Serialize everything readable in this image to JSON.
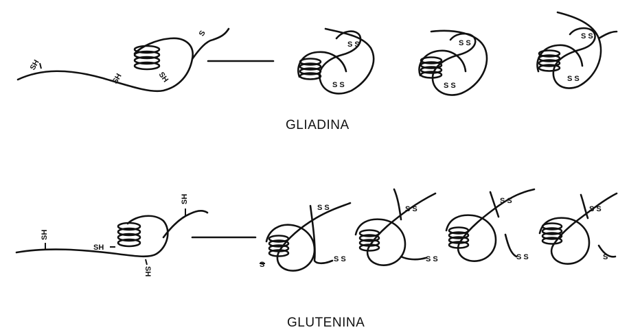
{
  "gliadina": {
    "title": "GLIADINA",
    "unfolded_labels": [
      "SH",
      "SH",
      "SH",
      "S"
    ],
    "folded_label": "S S"
  },
  "glutenina": {
    "title": "GLUTENINA",
    "unfolded_labels": [
      "SH",
      "SH",
      "SH",
      "SH"
    ],
    "bond_label": "S S",
    "end_label": "S"
  },
  "colors": {
    "ink": "#111111",
    "background": "#ffffff"
  }
}
